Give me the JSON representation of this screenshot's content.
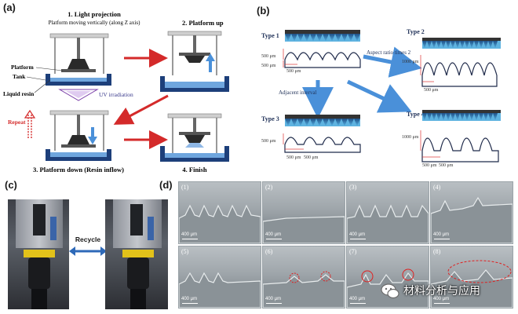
{
  "panels": {
    "a": {
      "label": "(a)",
      "step1": "1. Light projection",
      "step1_sub": "Platform moving vertically (along Z axis)",
      "step2": "2. Platform up",
      "step3": "3. Platform down (Resin inflow)",
      "step4": "4. Finish",
      "platform": "Platform",
      "tank": "Tank",
      "liquid_resin": "Liquid resin",
      "uv": "UV irradiation",
      "repeat": "Repeat"
    },
    "b": {
      "label": "(b)",
      "type1": "Type 1",
      "type2": "Type 2",
      "type3": "Type 3",
      "type4": "Type 4",
      "aspect": "Aspect ratio times 2",
      "adjacent": "Adjacent interval",
      "t1_h500a": "500 μm",
      "t1_h500b": "500 μm",
      "t1_w500": "500 μm",
      "t2_h1000": "1000 μm",
      "t2_w500": "500 μm",
      "t3_h500": "500 μm",
      "t3_w500a": "500 μm",
      "t3_w500b": "500 μm",
      "t4_h1000": "1000 μm",
      "t4_w500a": "500 μm",
      "t4_w500b": "500 μm"
    },
    "c": {
      "label": "(c)",
      "recycle": "Recycle"
    },
    "d": {
      "label": "(d)",
      "tiles": [
        {
          "num": "(1)",
          "scale": "400 μm"
        },
        {
          "num": "(2)",
          "scale": "400 μm"
        },
        {
          "num": "(3)",
          "scale": "400 μm"
        },
        {
          "num": "(4)",
          "scale": "400 μm"
        },
        {
          "num": "(5)",
          "scale": "400 μm"
        },
        {
          "num": "(6)",
          "scale": "400 μm"
        },
        {
          "num": "(7)",
          "scale": "400 μm"
        },
        {
          "num": "(8)",
          "scale": "400 μm"
        }
      ]
    }
  },
  "watermark": {
    "text": "材料分析与应用"
  },
  "colors": {
    "red_arrow": "#d42a2a",
    "blue_arrow": "#4a90d9",
    "resin_blue": "#2f6db5",
    "dim_red": "#d33"
  }
}
